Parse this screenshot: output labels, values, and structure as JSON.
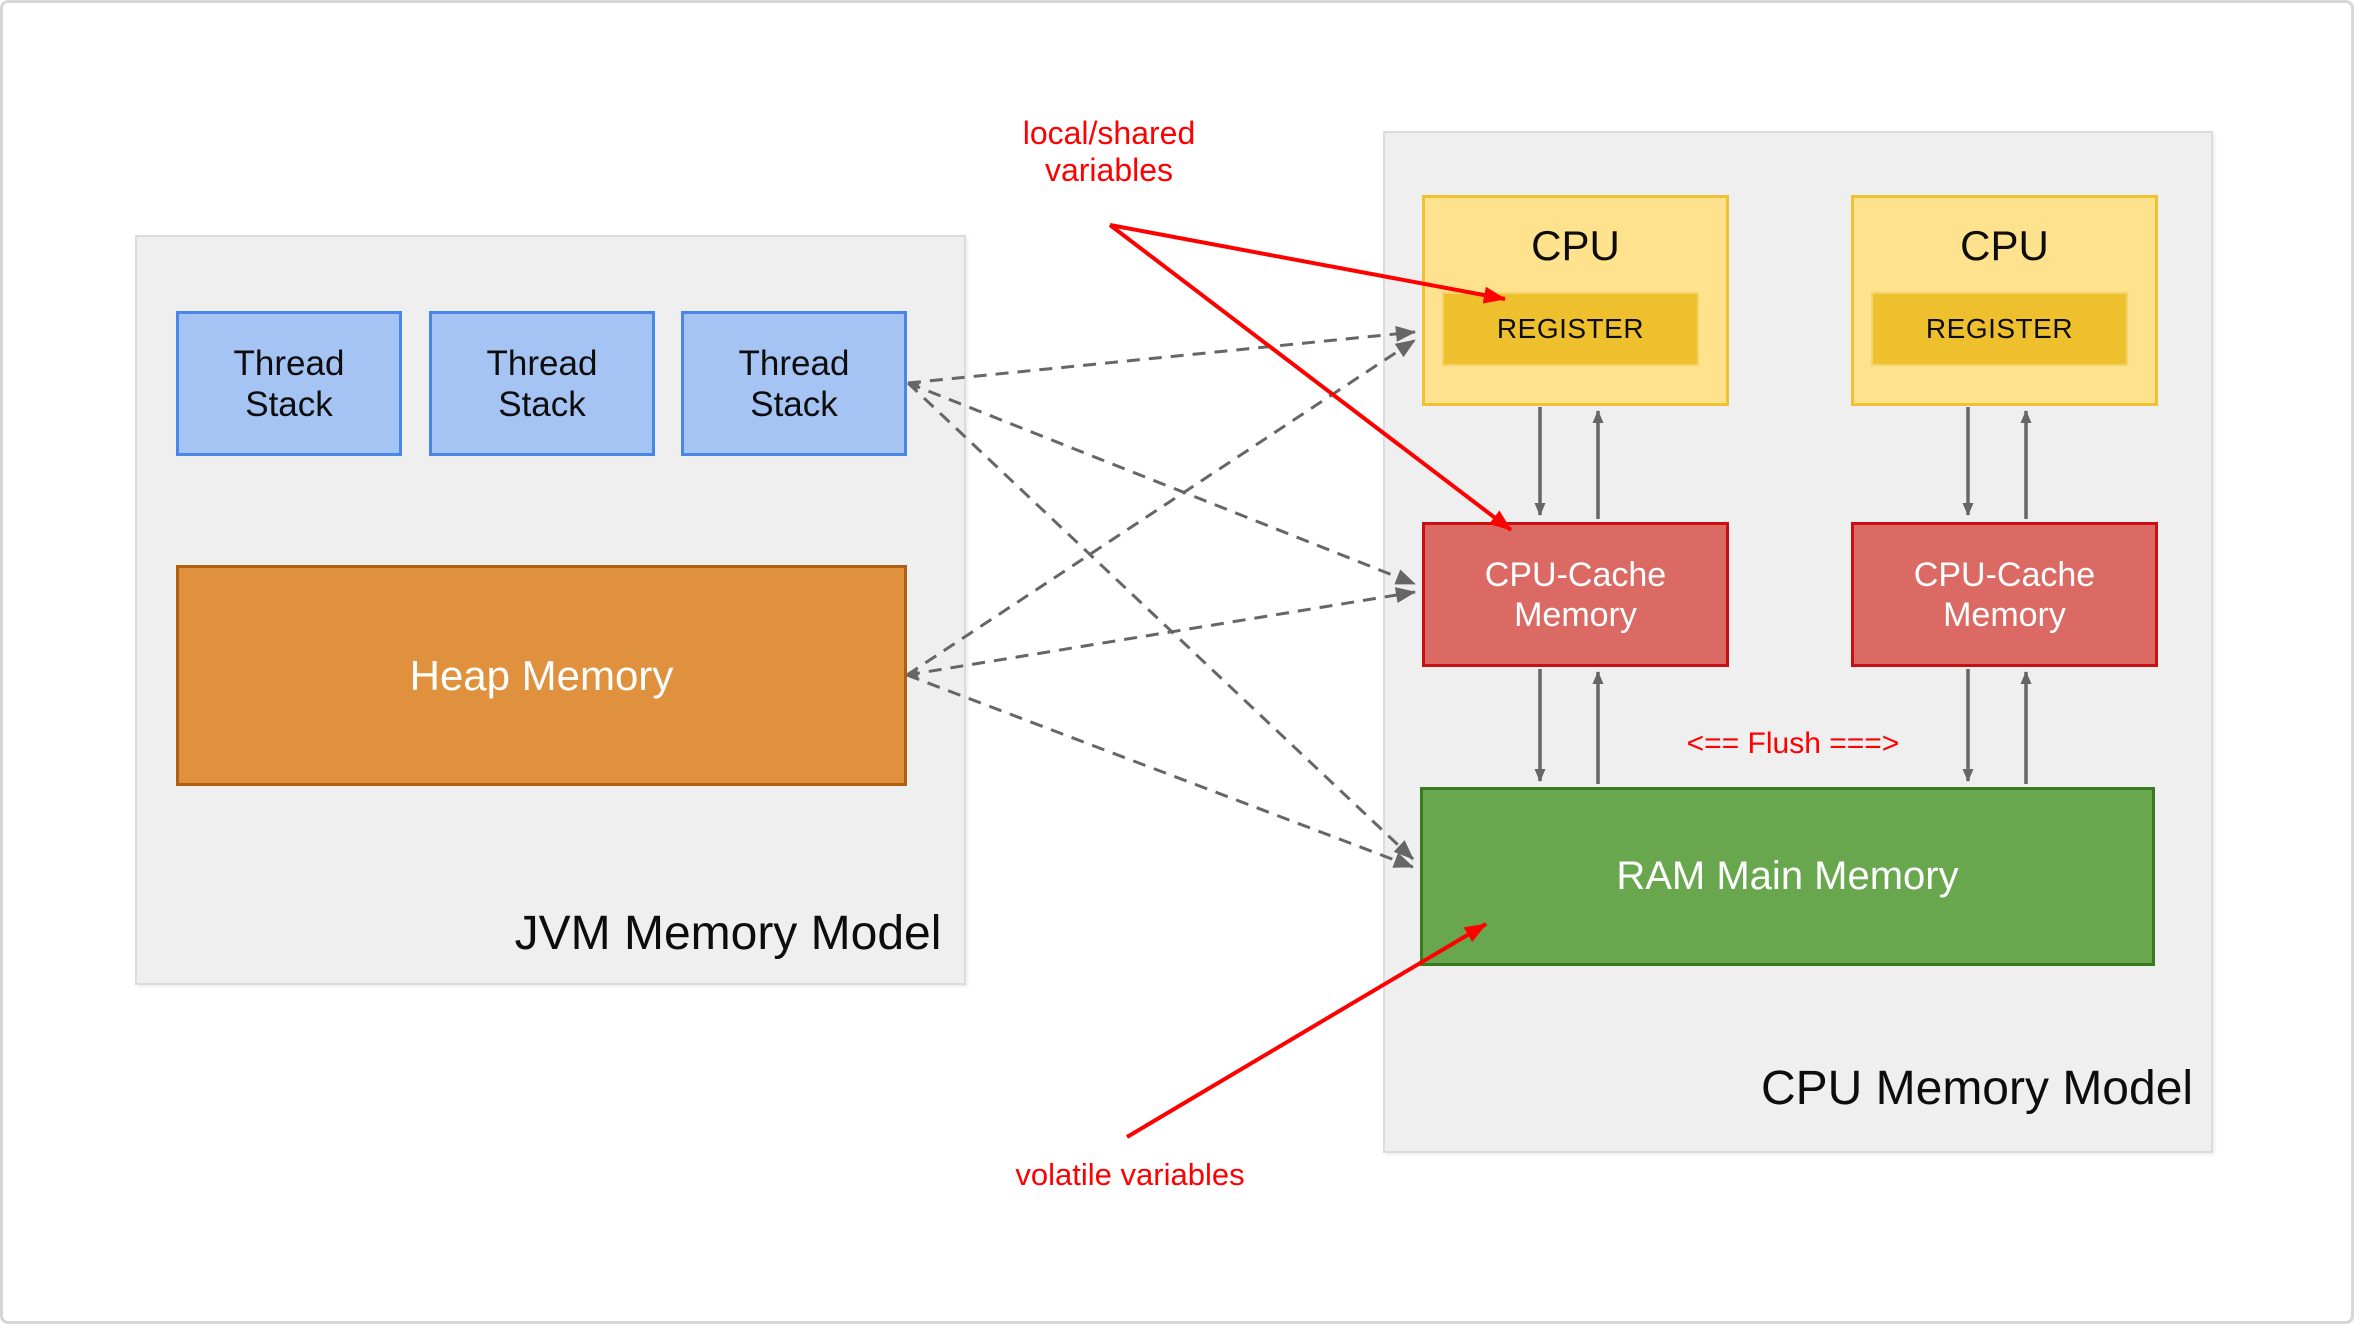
{
  "jvm_panel": {
    "title": "JVM Memory Model",
    "thread_stack_labels": [
      "Thread\nStack",
      "Thread\nStack",
      "Thread\nStack"
    ],
    "heap_label": "Heap Memory"
  },
  "cpu_panel": {
    "title": "CPU Memory Model",
    "cpus": [
      {
        "label": "CPU",
        "register_label": "REGISTER"
      },
      {
        "label": "CPU",
        "register_label": "REGISTER"
      }
    ],
    "cache_labels": [
      "CPU-Cache\nMemory",
      "CPU-Cache\nMemory"
    ],
    "ram_label": "RAM Main Memory",
    "flush_label": "<== Flush ===>"
  },
  "annotations": {
    "local_shared_label": "local/shared\nvariables",
    "volatile_label": "volatile variables"
  },
  "colors": {
    "thread_stack_fill": "#a5c3f3",
    "thread_stack_border": "#4a86e8",
    "heap_fill": "#e0913d",
    "heap_border": "#b05e10",
    "cpu_fill": "#ffe28d",
    "cpu_border": "#f0c233",
    "register_fill": "#eec02d",
    "cache_fill": "#dc6a64",
    "cache_border": "#c90f0f",
    "ram_fill": "#69a74f",
    "ram_border": "#3a7a1e",
    "panel_fill": "#efefef",
    "annotation_red": "#fe0000",
    "arrow_gray": "#666666"
  }
}
